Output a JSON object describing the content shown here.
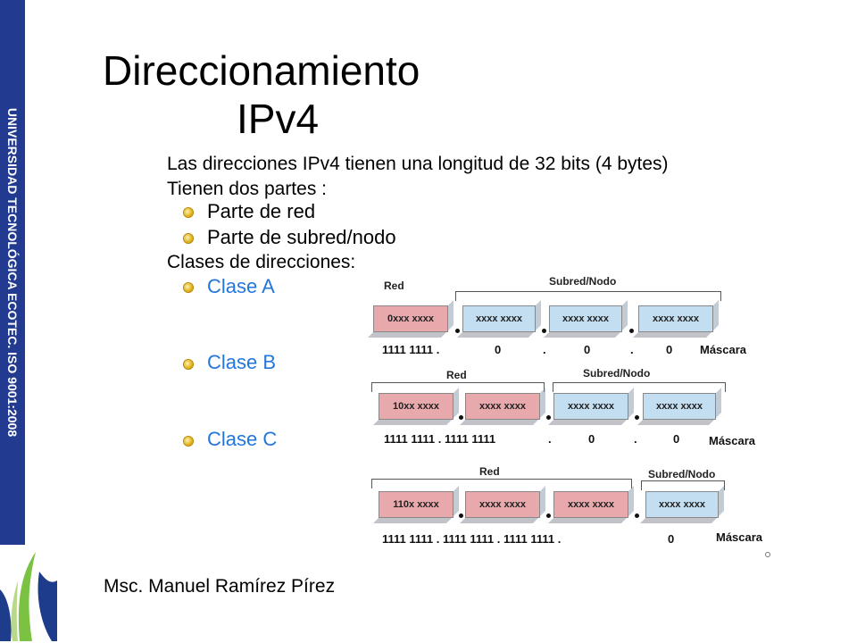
{
  "sidebar": {
    "text": "UNIVERSIDAD TECNOLÓGICA ECOTEC. ISO 9001:2008",
    "bg_color": "#223a8f"
  },
  "title": {
    "line1": "Direccionamiento",
    "line2": "IPv4"
  },
  "content": {
    "intro": "Las direcciones IPv4 tienen una longitud de 32 bits (4 bytes)",
    "parts_heading": "Tienen dos partes :",
    "parts": [
      "Parte de red",
      "Parte de subred/nodo"
    ],
    "classes_heading": "Clases de direcciones:",
    "classes": [
      "Clase A",
      "Clase B",
      "Clase C"
    ]
  },
  "diagram": {
    "label_red": "Red",
    "label_subred": "Subred/Nodo",
    "mask_label": "Máscara",
    "class_a": {
      "boxes": [
        "0xxx xxxx",
        "xxxx xxxx",
        "xxxx xxxx",
        "xxxx xxxx"
      ],
      "mask": [
        "1111 1111 .",
        "0",
        ".",
        "0",
        ".",
        "0"
      ]
    },
    "class_b": {
      "boxes": [
        "10xx xxxx",
        "xxxx xxxx",
        "xxxx xxxx",
        "xxxx xxxx"
      ],
      "mask": [
        "1111 1111 . 1111 1111",
        ".",
        "0",
        ".",
        "0"
      ]
    },
    "class_c": {
      "boxes": [
        "110x xxxx",
        "xxxx xxxx",
        "xxxx xxxx",
        "xxxx xxxx"
      ],
      "mask": [
        "1111 1111 . 1111 1111 . 1111 1111 .",
        "0"
      ]
    }
  },
  "author": "Msc. Manuel Ramírez Pírez",
  "colors": {
    "class_text": "#2277dd",
    "net_box": "#e8a9ac",
    "host_box": "#c3def1",
    "bullet": "#d9a400"
  }
}
